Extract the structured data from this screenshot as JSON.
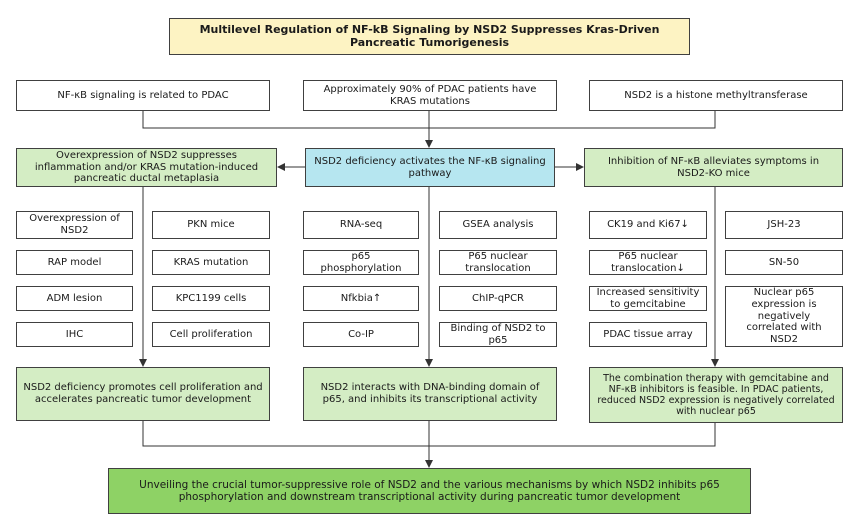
{
  "title": "Multilevel Regulation of NF-kB Signaling by NSD2 Suppresses Kras-Driven Pancreatic Tumorigenesis",
  "premises": [
    "NF-κB signaling is related to PDAC",
    "Approximately 90% of PDAC patients have KRAS mutations",
    "NSD2 is a histone methyltransferase"
  ],
  "middle": {
    "left": "Overexpression of NSD2 suppresses inflammation and/or KRAS mutation-induced pancreatic ductal metaplasia",
    "center": "NSD2 deficiency activates the NF-κB signaling pathway",
    "right": "Inhibition of NF-κB alleviates symptoms in NSD2-KO mice"
  },
  "methods": {
    "left_col1": [
      "Overexpression of NSD2",
      "RAP model",
      "ADM lesion",
      "IHC"
    ],
    "left_col2": [
      "PKN mice",
      "KRAS mutation",
      "KPC1199 cells",
      "Cell proliferation"
    ],
    "center_col1": [
      "RNA-seq",
      "p65 phosphorylation",
      "Nfkbia↑",
      "Co-IP"
    ],
    "center_col2": [
      "GSEA analysis",
      "P65 nuclear translocation",
      "ChIP-qPCR",
      "Binding of NSD2 to p65"
    ],
    "right_col1": [
      "CK19 and Ki67↓",
      "P65 nuclear translocation↓",
      "Increased sensitivity to gemcitabine",
      "PDAC tissue array"
    ],
    "right_col2": [
      "JSH-23",
      "SN-50",
      "Nuclear p65 expression is negatively correlated with NSD2"
    ]
  },
  "results": {
    "left": "NSD2 deficiency promotes cell proliferation and accelerates pancreatic tumor development",
    "center": "NSD2 interacts with DNA-binding domain of p65, and inhibits its transcriptional activity",
    "right": "The combination therapy with gemcitabine and NF-κB inhibitors is feasible. In PDAC patients, reduced NSD2 expression is negatively correlated with nuclear p65"
  },
  "conclusion": "Unveiling the crucial tumor-suppressive role of NSD2 and the various mechanisms by which NSD2 inhibits p65 phosphorylation and downstream transcriptional activity during pancreatic tumor development",
  "colors": {
    "title_fill": "#fdf3c3",
    "green_fill": "#d4edc4",
    "blue_fill": "#b6e6f0",
    "conclusion_fill": "#8ed265",
    "line": "#333333"
  }
}
